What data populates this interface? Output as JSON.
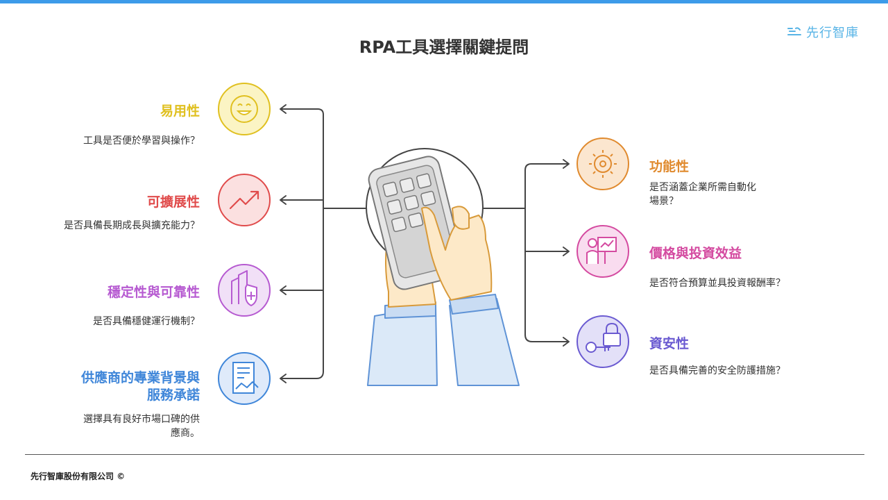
{
  "logo": {
    "text": "先行智庫"
  },
  "title": "RPA工具選擇關鍵提問",
  "left_items": [
    {
      "label": "易用性",
      "desc": "工具是否便於學習與操作？",
      "color": "#e0c020",
      "icon": "smiley-icon"
    },
    {
      "label": "可擴展性",
      "desc": "是否具備長期成長與擴充能力？",
      "color": "#e04b4b",
      "icon": "trend-up-icon"
    },
    {
      "label": "穩定性與可靠性",
      "desc": "是否具備穩健運行機制？",
      "color": "#b65ad1",
      "icon": "buildings-shield-icon"
    },
    {
      "label": "供應商的專業背景與服務承諾",
      "desc": "選擇具有良好市場口碑的供應商。",
      "color": "#3f86d9",
      "icon": "contract-handshake-icon"
    }
  ],
  "right_items": [
    {
      "label": "功能性",
      "desc": "是否涵蓋企業所需自動化場景？",
      "color": "#e08a2e",
      "icon": "gear-sun-icon"
    },
    {
      "label": "價格與投資效益",
      "desc": "是否符合預算並具投資報酬率？",
      "color": "#d44aa0",
      "icon": "presenter-chart-icon"
    },
    {
      "label": "資安性",
      "desc": "是否具備完善的安全防護措施？",
      "color": "#6a5ad1",
      "icon": "lock-key-icon"
    }
  ],
  "center": {
    "icon": "hands-phone-icon"
  },
  "footer": {
    "text": "先行智庫股份有限公司 ©"
  }
}
